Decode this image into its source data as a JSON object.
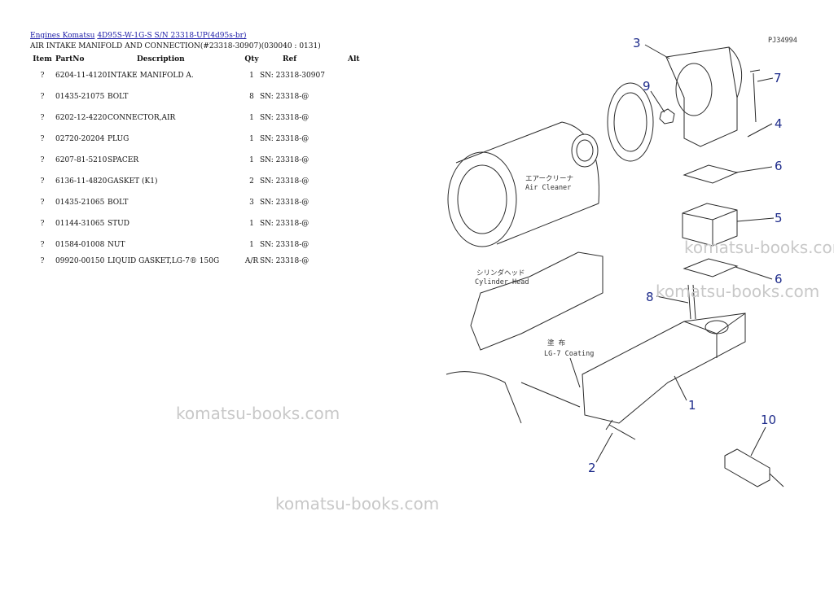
{
  "breadcrumb": {
    "link1": "Engines Komatsu",
    "link2": "4D95S-W-1G-S S/N 23318-UP(4d95s-br)"
  },
  "subtitle": "AIR INTAKE MANIFOLD AND CONNECTION(#23318-30907)(030040 : 0131)",
  "table": {
    "headers": [
      "Item",
      "PartNo",
      "Description",
      "Qty",
      "Ref",
      "Alt"
    ],
    "rows": [
      {
        "item": "?",
        "part": "6204-11-4120",
        "desc": "INTAKE MANIFOLD A.",
        "qty": "1",
        "ref": "SN: 23318-30907",
        "alt": ""
      },
      {
        "item": "?",
        "part": "01435-21075",
        "desc": "BOLT",
        "qty": "8",
        "ref": "SN: 23318-@",
        "alt": ""
      },
      {
        "item": "?",
        "part": "6202-12-4220",
        "desc": "CONNECTOR,AIR",
        "qty": "1",
        "ref": "SN: 23318-@",
        "alt": ""
      },
      {
        "item": "?",
        "part": "02720-20204",
        "desc": "PLUG",
        "qty": "1",
        "ref": "SN: 23318-@",
        "alt": ""
      },
      {
        "item": "?",
        "part": "6207-81-5210",
        "desc": "SPACER",
        "qty": "1",
        "ref": "SN: 23318-@",
        "alt": ""
      },
      {
        "item": "?",
        "part": "6136-11-4820",
        "desc": "GASKET (K1)",
        "qty": "2",
        "ref": "SN: 23318-@",
        "alt": ""
      },
      {
        "item": "?",
        "part": "01435-21065",
        "desc": "BOLT",
        "qty": "3",
        "ref": "SN: 23318-@",
        "alt": ""
      },
      {
        "item": "?",
        "part": "01144-31065",
        "desc": "STUD",
        "qty": "1",
        "ref": "SN: 23318-@",
        "alt": ""
      },
      {
        "item": "?",
        "part": "01584-01008",
        "desc": "NUT",
        "qty": "1",
        "ref": "SN: 23318-@",
        "alt": ""
      },
      {
        "item": "?",
        "part": "09920-00150",
        "desc": "LIQUID GASKET,LG-7® 150G",
        "qty": "A/R",
        "ref": "SN: 23318-@",
        "alt": ""
      }
    ]
  },
  "diagram": {
    "code": "PJ34994",
    "labels": {
      "air_cleaner_jp": "エアークリーナ",
      "air_cleaner": "Air Cleaner",
      "cylinder_head_jp": "シリンダヘッド",
      "cylinder_head": "Cylinder Head",
      "coating_jp": "塗 布",
      "coating": "LG-7 Coating"
    },
    "callouts": [
      "1",
      "2",
      "3",
      "4",
      "5",
      "6",
      "6",
      "7",
      "8",
      "9",
      "10"
    ],
    "callout_color": "#1c2a8a"
  },
  "watermarks": [
    "komatsu-books.com",
    "komatsu-books.com",
    "komatsu-books.com",
    "komatsu-books.com"
  ]
}
